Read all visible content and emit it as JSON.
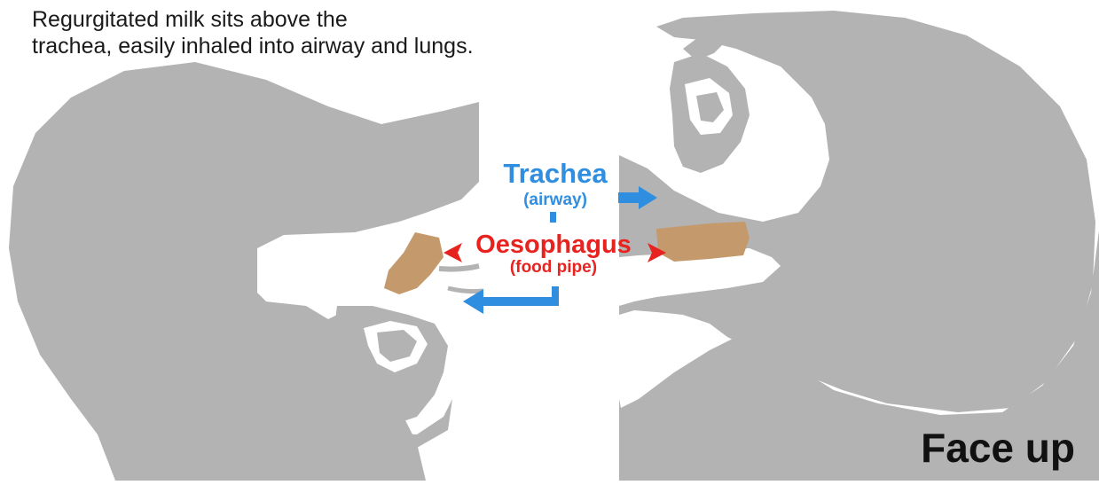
{
  "caption": {
    "line1": "Regurgitated milk sits above the",
    "line2": "trachea, easily inhaled into airway and lungs."
  },
  "labels": {
    "trachea": "Trachea",
    "trachea_sub": "(airway)",
    "oesophagus": "Oesophagus",
    "oesophagus_sub": "(food pipe)",
    "position": "Face up"
  },
  "colors": {
    "silhouette": "#b3b3b3",
    "milk": "#c49a6c",
    "trachea": "#2f8ee0",
    "oesophagus": "#e8231f",
    "text": "#111111"
  }
}
